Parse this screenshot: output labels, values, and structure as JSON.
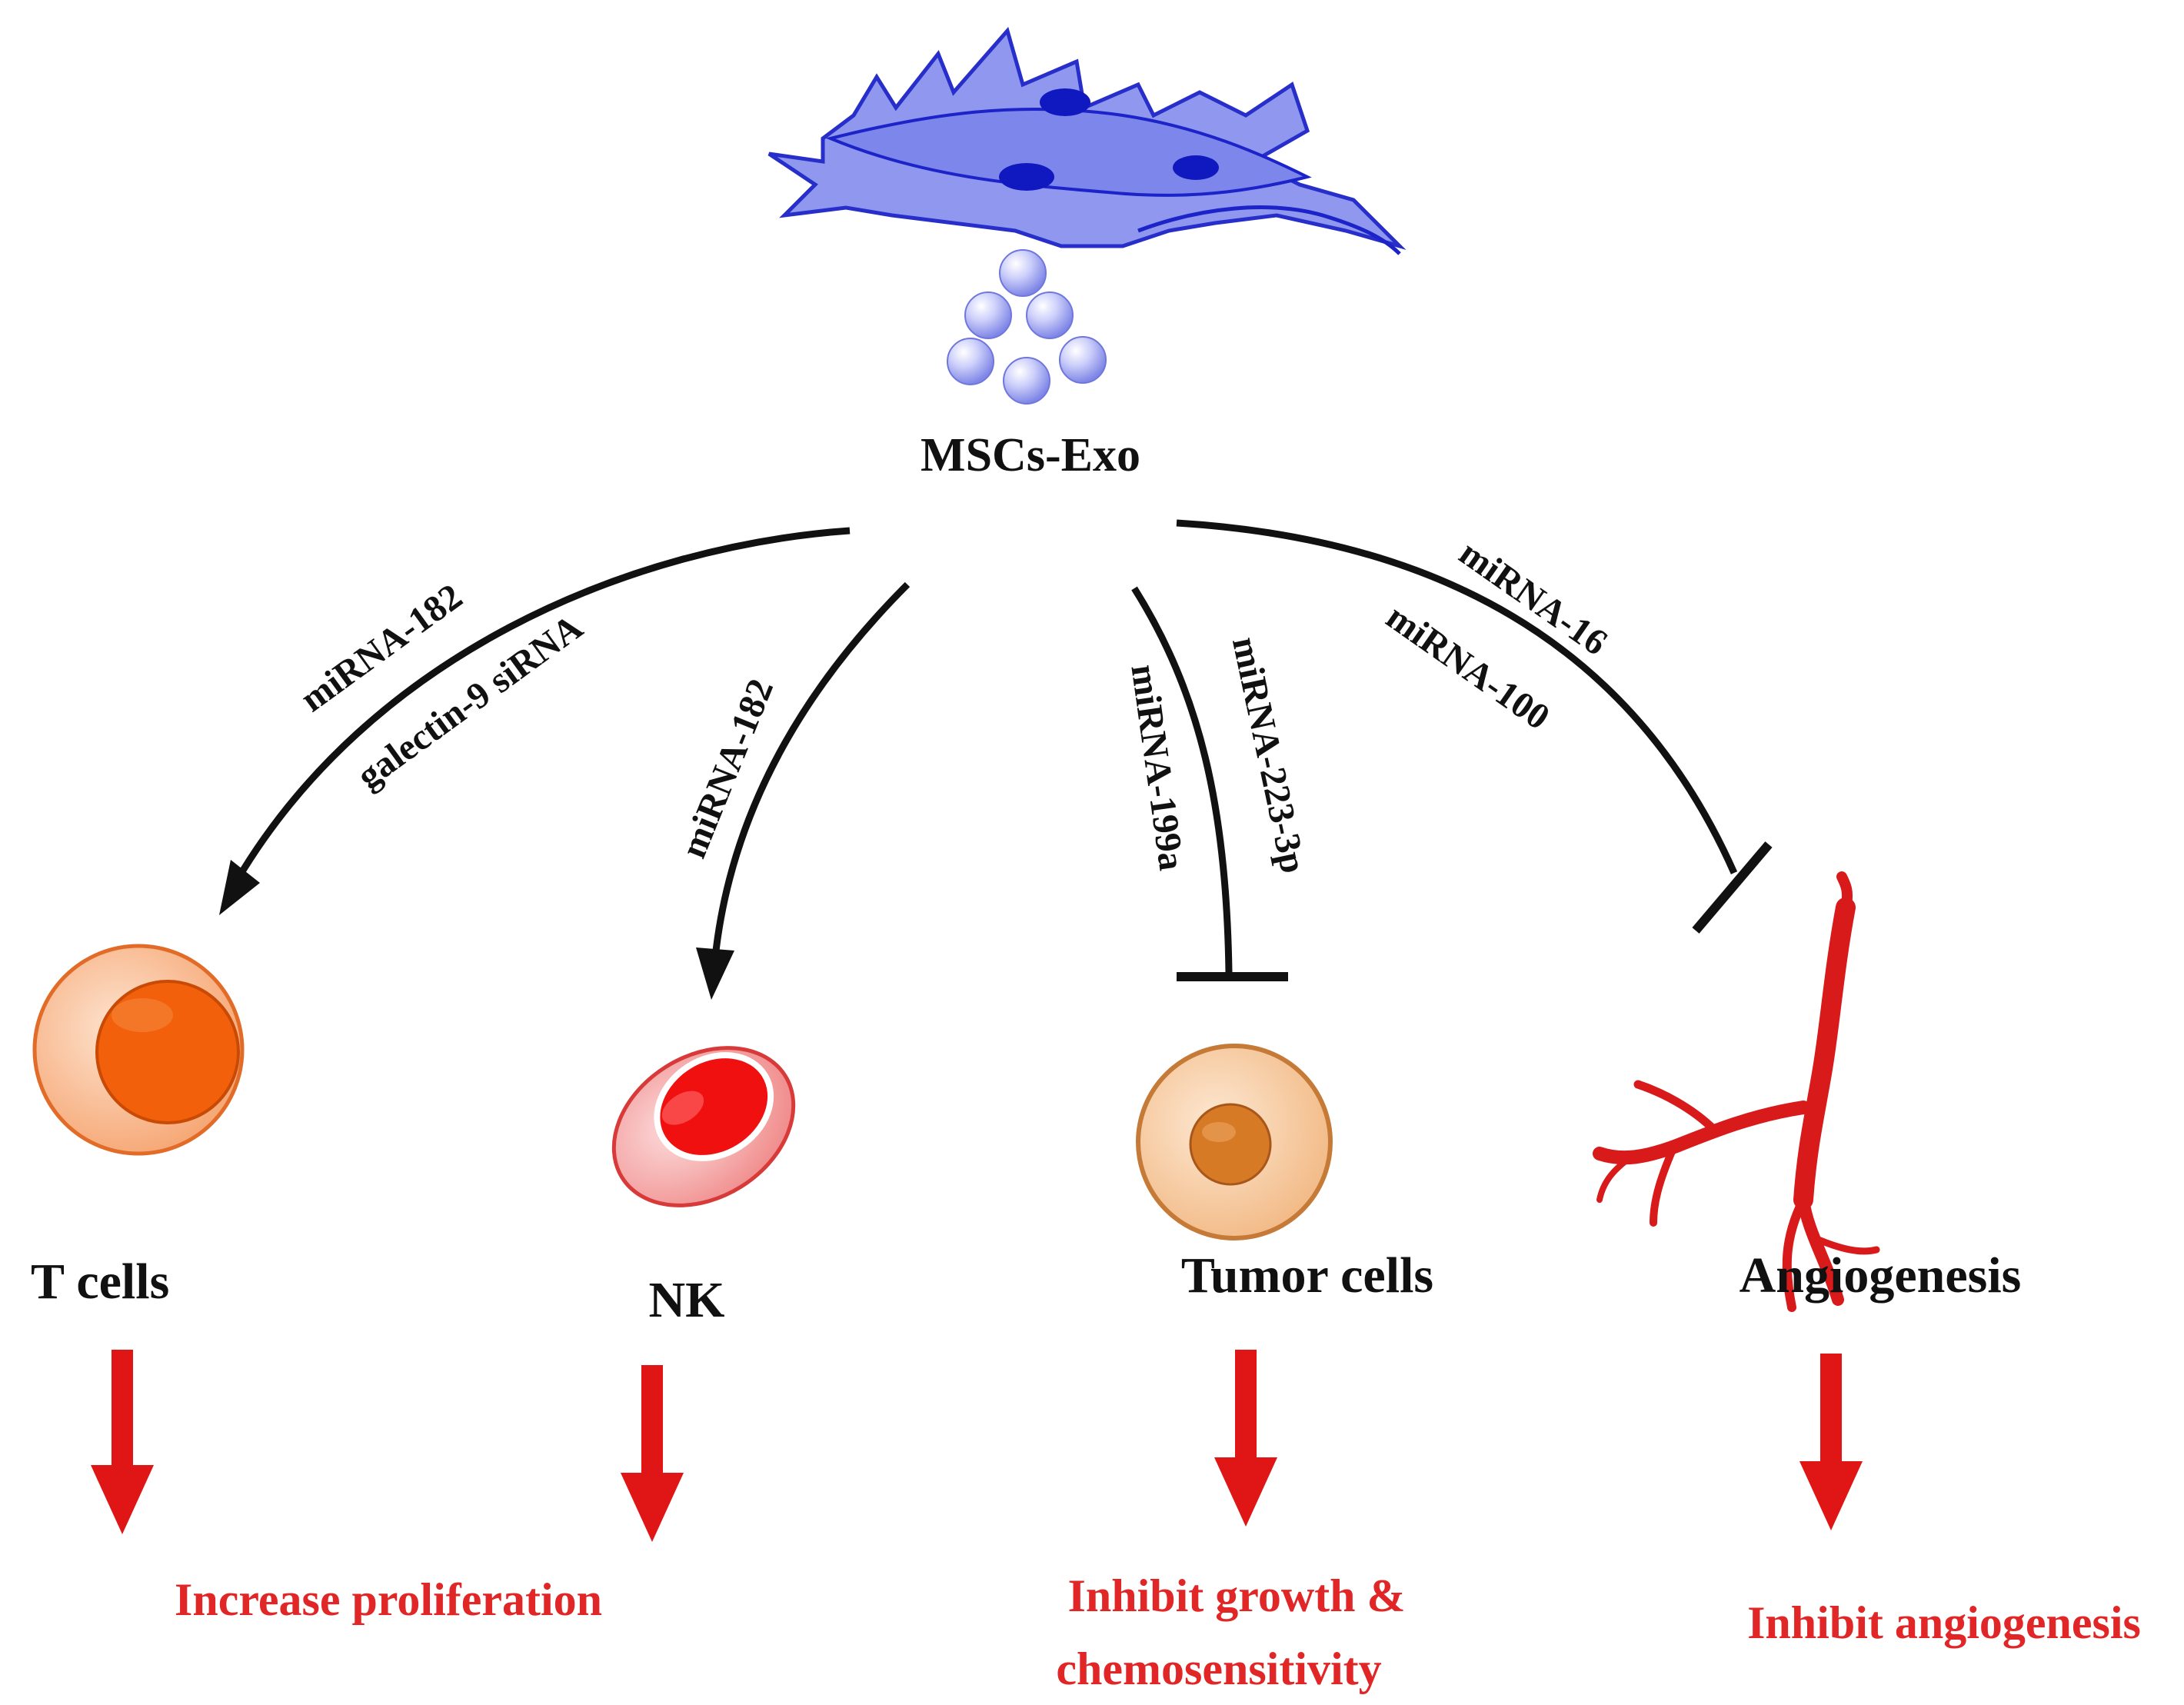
{
  "source": {
    "label": "MSCs-Exo"
  },
  "pathways": [
    {
      "name": "t-cells",
      "miRNAs": [
        "miRNA-182",
        "galectin-9 siRNA"
      ],
      "effect_type": "promote",
      "target": "T cells",
      "outcome": "Increase proliferation"
    },
    {
      "name": "nk",
      "miRNAs": [
        "miRNA-182"
      ],
      "effect_type": "promote",
      "target": "NK",
      "outcome": "Increase proliferation"
    },
    {
      "name": "tumor-cells",
      "miRNAs": [
        "miRNA-199a",
        "miRNA-223-3p"
      ],
      "effect_type": "inhibit",
      "target": "Tumor cells",
      "outcome": "Inhibit growth & chemosensitivity"
    },
    {
      "name": "angiogenesis",
      "miRNAs": [
        "miRNA-16",
        "miRNA-100"
      ],
      "effect_type": "inhibit",
      "target": "Angiogenesis",
      "outcome": "Inhibit angiogenesis"
    }
  ],
  "outcomes": {
    "proliferation_line1": "Increase proliferation",
    "tumor_line1": "Inhibit growth &",
    "tumor_line2": "chemosensitivity",
    "angio_line1": "Inhibit angiogenesis"
  },
  "colors": {
    "msc_fill": "#8a93ee",
    "msc_stroke": "#1c23c8",
    "msc_nucleus": "#1018c0",
    "exosome": "#b6b9f5",
    "tcell_outer": "#f9c39d",
    "tcell_inner": "#f2600c",
    "nk_outer": "#f6b3b3",
    "nk_inner": "#f01010",
    "tumor_outer": "#f9d2ac",
    "tumor_inner": "#d67a26",
    "vessel": "#d81a1a",
    "outcome_arrow": "#e01616",
    "outcome_text": "#e02626",
    "line": "#111111"
  }
}
